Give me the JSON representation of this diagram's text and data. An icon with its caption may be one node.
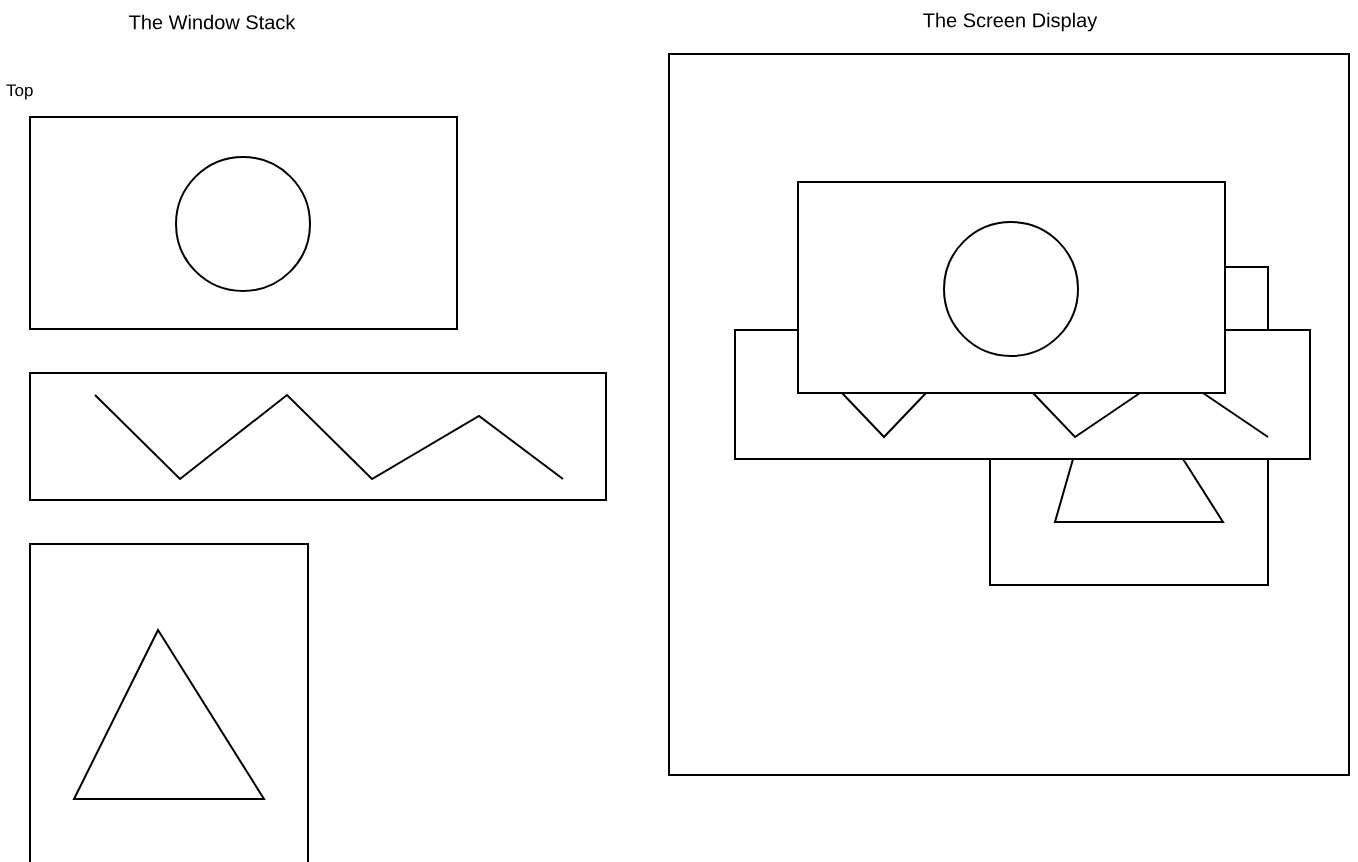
{
  "diagram": {
    "labels": [
      "The Window Stack",
      "The Screen Display",
      "Top"
    ]
  }
}
